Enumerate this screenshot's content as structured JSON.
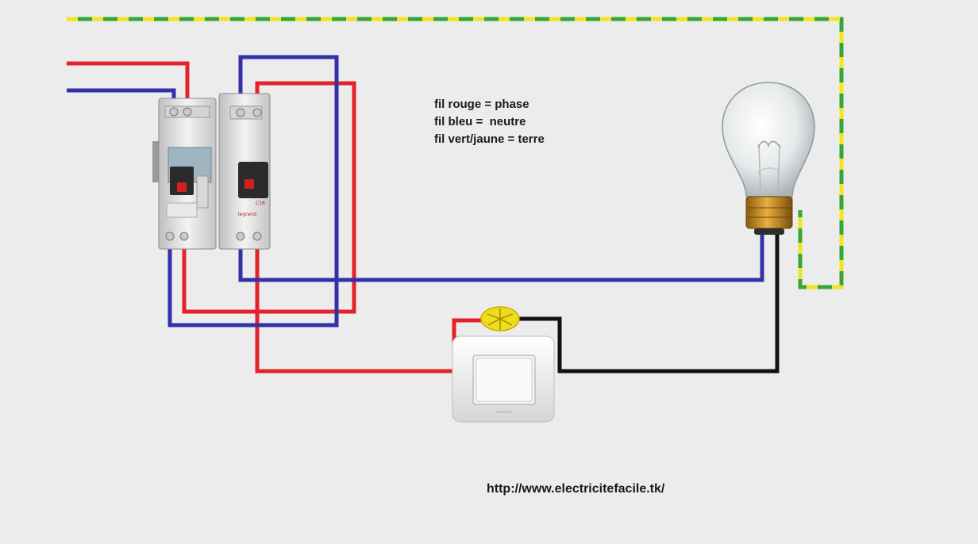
{
  "legend": {
    "line1": "fil rouge = phase",
    "line2": "fil bleu =  neutre",
    "line3": "fil vert/jaune = terre"
  },
  "website": "http://www.electricitefacile.tk/",
  "breaker": {
    "rating_label": "C16",
    "brand_label": "legrand"
  },
  "colors": {
    "phase": "#e3232a",
    "neutral": "#3232a8",
    "earth_green": "#38a636",
    "earth_yellow": "#f2e420",
    "return": "#111111",
    "background": "#ececec"
  },
  "icons": [
    "differential-breaker-icon",
    "circuit-breaker-icon",
    "light-bulb-icon",
    "wall-switch-icon",
    "indicator-light-icon"
  ]
}
